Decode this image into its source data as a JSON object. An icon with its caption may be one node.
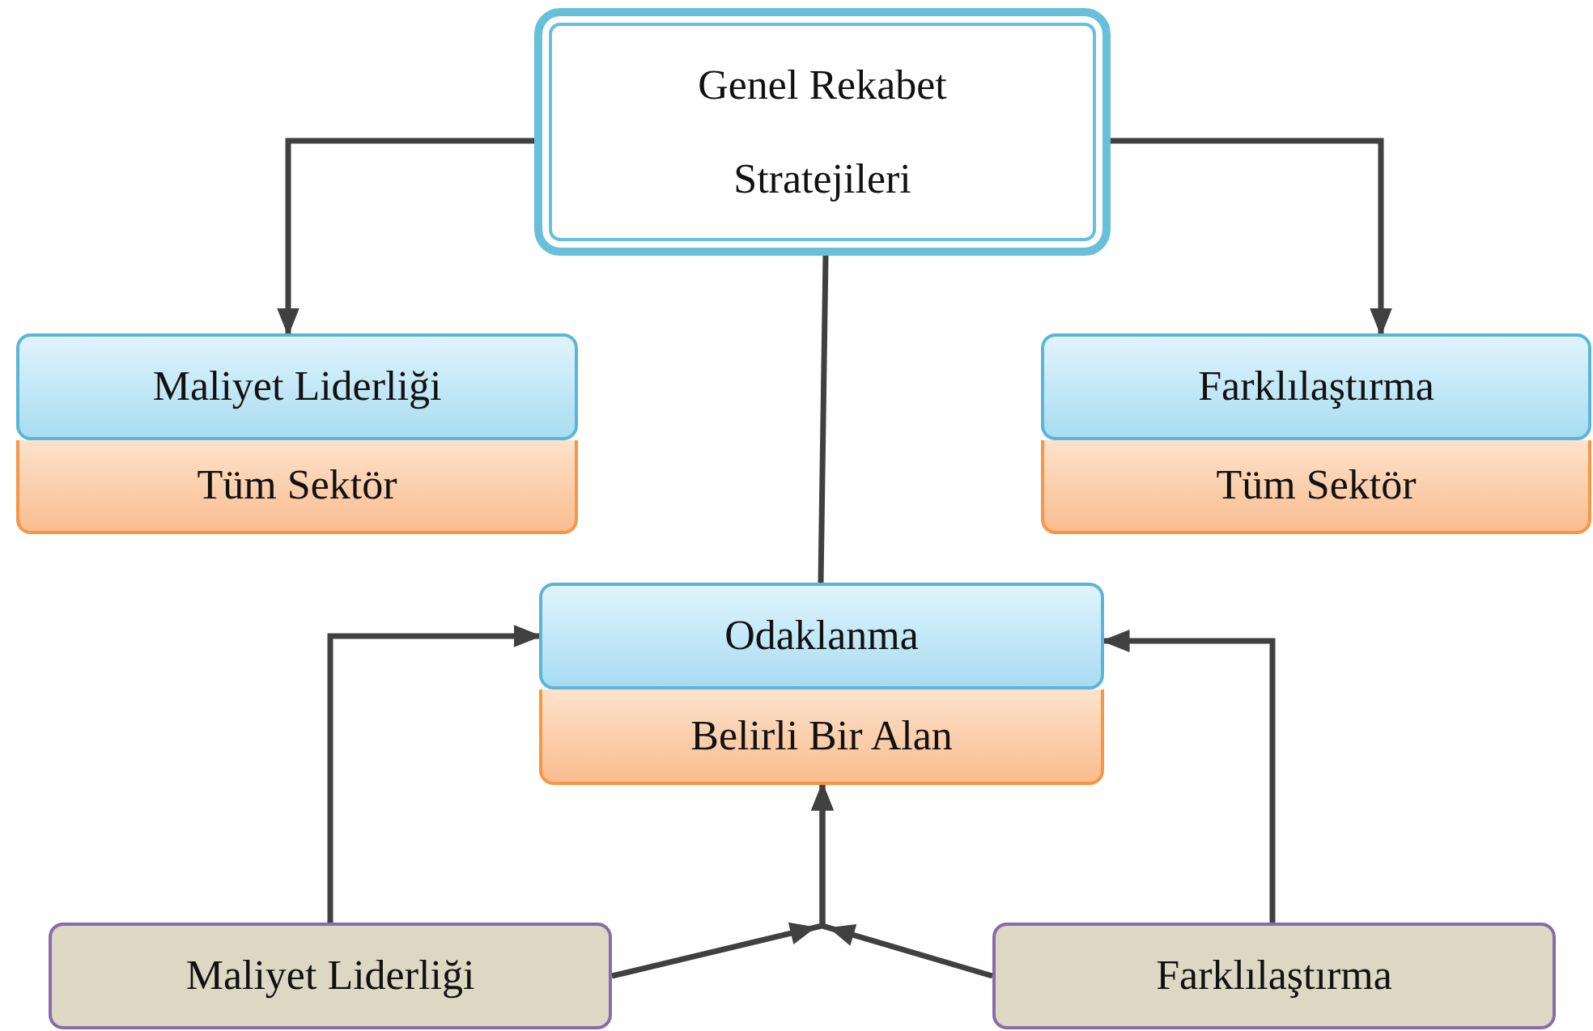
{
  "diagram": {
    "nodes": [
      {
        "text": [
          "Genel Rekabet Stratejileri"
        ]
      },
      {
        "text": [
          "Maliyet Liderliği"
        ]
      },
      {
        "text": [
          "Tüm Sektör"
        ]
      },
      {
        "text": [
          "Farklılaştırma"
        ]
      },
      {
        "text": [
          "Tüm Sektör"
        ]
      },
      {
        "text": [
          "Odaklanma"
        ]
      },
      {
        "text": [
          "Belirli Bir Alan"
        ]
      },
      {
        "text": [
          "Maliyet Liderliği"
        ]
      },
      {
        "text": [
          "Farklılaştırma"
        ]
      }
    ],
    "edges": [
      {
        "from": 0,
        "to": 1,
        "arrow": "to"
      },
      {
        "from": 0,
        "to": 3,
        "arrow": "to"
      },
      {
        "from": 0,
        "to": 5,
        "arrow": "none"
      },
      {
        "from": 7,
        "to": 5,
        "arrow": "to"
      },
      {
        "from": 8,
        "to": 5,
        "arrow": "to"
      },
      {
        "from": 7,
        "to": 6,
        "arrow": "to"
      },
      {
        "from": 8,
        "to": 6,
        "arrow": "to"
      }
    ]
  }
}
